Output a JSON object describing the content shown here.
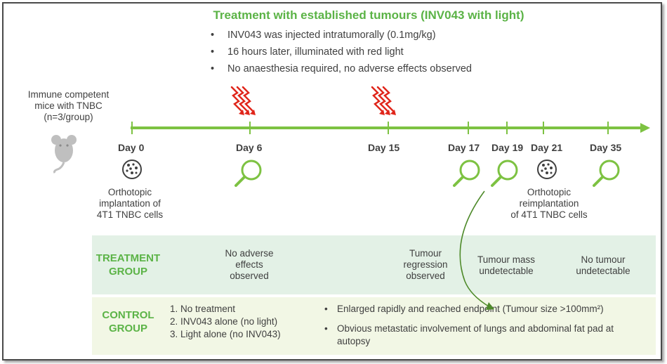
{
  "title": "Treatment with established tumours (INV043 with light)",
  "bullets": [
    "INV043 was injected intratumorally (0.1mg/kg)",
    "16 hours later, illuminated with red light",
    "No anaesthesia required, no adverse effects observed"
  ],
  "mice_label": [
    "Immune competent",
    "mice with TNBC",
    "(n=3/group)"
  ],
  "days": [
    "Day 0",
    "Day 6",
    "Day 15",
    "Day 17",
    "Day 19",
    "Day 21",
    "Day 35"
  ],
  "implant_label": [
    "Orthotopic",
    "implantation of",
    "4T1 TNBC cells"
  ],
  "reimplant_label": [
    "Orthotopic",
    "reimplantation",
    "of 4T1 TNBC cells"
  ],
  "treatment": {
    "label": [
      "TREATMENT",
      "GROUP"
    ],
    "day6": [
      "No adverse",
      "effects",
      "observed"
    ],
    "day17": [
      "Tumour",
      "regression",
      "observed"
    ],
    "day19": [
      "Tumour mass",
      "undetectable"
    ],
    "day35": [
      "No tumour",
      "undetectable"
    ]
  },
  "control": {
    "label": [
      "CONTROL",
      "GROUP"
    ],
    "items": [
      "1. No treatment",
      "2. INV043 alone (no light)",
      "3. Light alone (no INV043)"
    ],
    "bullets": [
      "Enlarged rapidly and reached endpoint (Tumour size >100mm²)",
      "Obvious metastatic involvement of lungs and abdominal fat pad at autopsy"
    ]
  },
  "colors": {
    "accent": "#5bb346",
    "treatment_bg": "#e3f1e6",
    "control_bg": "#f2f7e5",
    "light_red": "#e0261b",
    "text": "#404040"
  },
  "icons": [
    "mouse-icon",
    "cell-culture-icon",
    "magnifier-icon",
    "red-light-icon"
  ]
}
